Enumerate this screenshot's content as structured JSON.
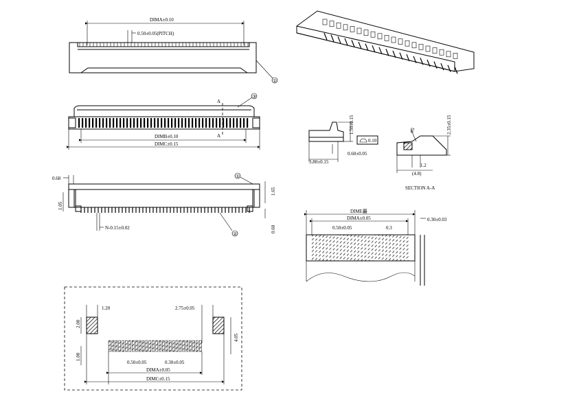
{
  "top_view": {
    "dim_a": "DIMA±0.10",
    "pitch": "0.50±0.05(PITCH)",
    "callout": "①"
  },
  "plan_view": {
    "dim_b": "DIMB±0.10",
    "dim_c": "DIMC±0.15",
    "section_mark": "A",
    "callout": "③"
  },
  "front_view": {
    "dim_068": "0.68",
    "dim_105": "1.05",
    "dim_165": "1.65",
    "dim_060": "0.60",
    "pin_width": "N-0.15±0.02",
    "callout_1": "①",
    "callout_2": "②"
  },
  "side_view": {
    "height": "1.50±0.15",
    "depth": "3.80±0.15",
    "pin": "0.60±0.05",
    "flatness": "0.10"
  },
  "section_view": {
    "height": "2.35±0.15",
    "width_12": "1.2",
    "width_48": "(4.8)",
    "angle": "φ5",
    "caption": "SECTION A-A"
  },
  "fpc": {
    "dim_e": "DIME最",
    "dim_a": "DIMA±0.05",
    "pitch": "0.50±0.05",
    "width": "0.3",
    "thickness": "0.30±0.03"
  },
  "footprint": {
    "pad_w": "1.20",
    "offset": "2.75±0.05",
    "pad_h": "2.00",
    "height": "4.05",
    "bottom": "1.00",
    "pitch": "0.50±0.05",
    "pad_width": "0.30±0.05",
    "dim_a": "DIMA±0.05",
    "dim_c": "DIMC±0.15"
  }
}
